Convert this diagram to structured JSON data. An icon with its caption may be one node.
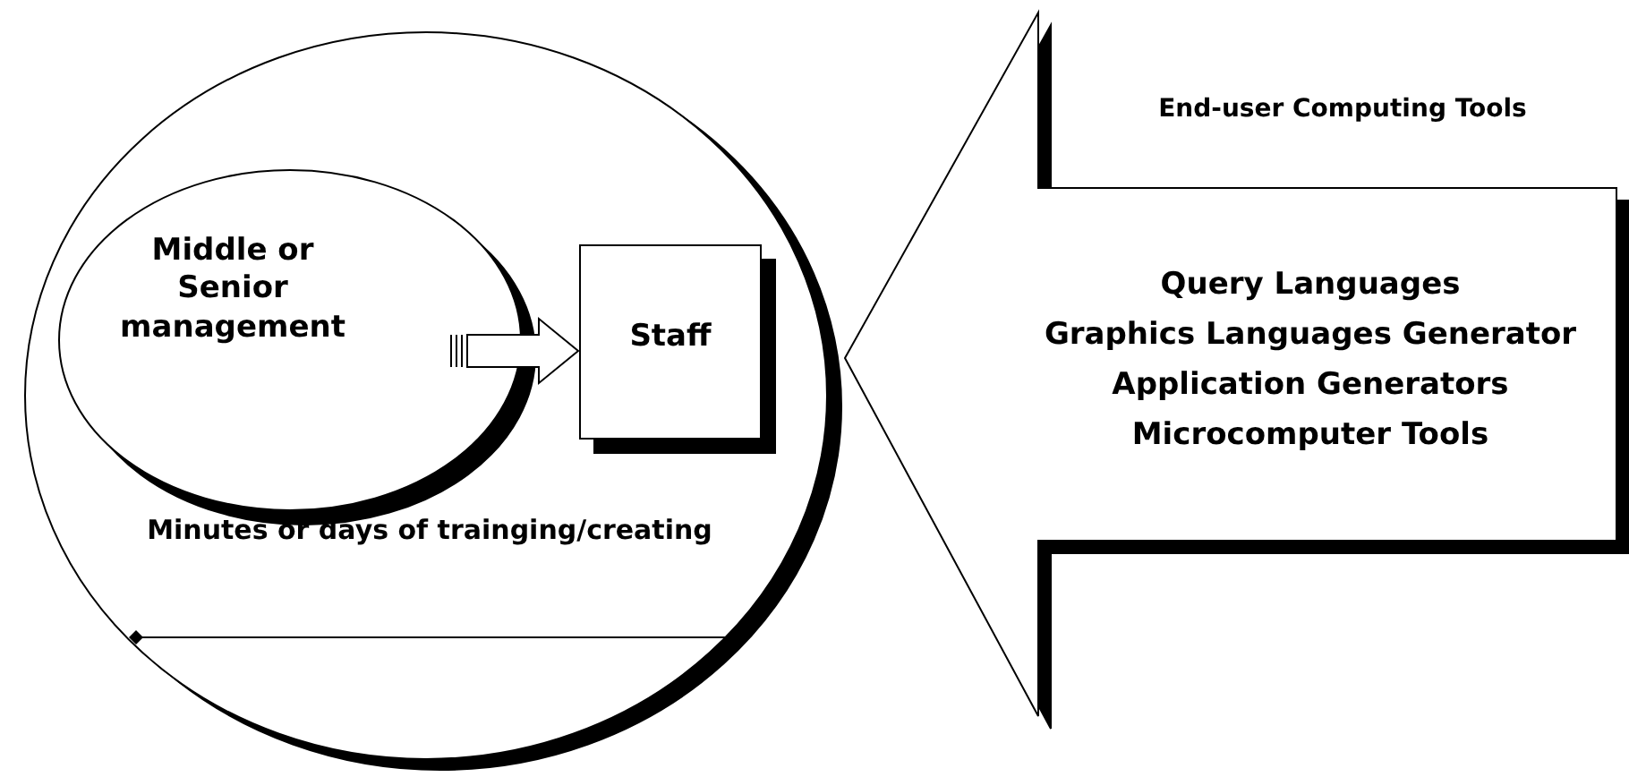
{
  "diagram": {
    "nodes": [
      {
        "text": [
          "Minutes or days of trainging/creating"
        ]
      },
      {
        "text": [
          "Middle or Senior management"
        ],
        "in": 0
      },
      {
        "text": [
          "Staff"
        ],
        "in": 0
      },
      {
        "text": [
          "End-user Computing Tools",
          "Query Languages",
          "Graphics Languages Generator",
          "Application Generators",
          "Microcomputer Tools"
        ]
      }
    ],
    "edges": [
      {
        "from": 1,
        "to": 2,
        "arrow": "to"
      }
    ]
  }
}
